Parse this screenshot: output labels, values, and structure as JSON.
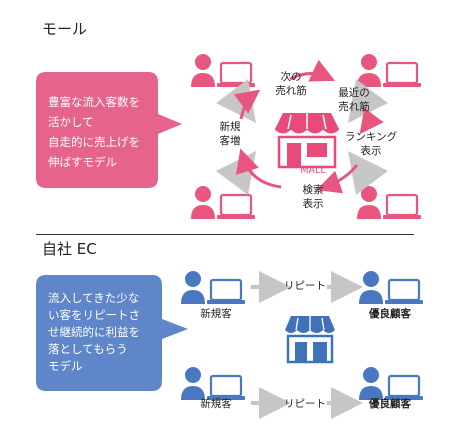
{
  "colors": {
    "pink": "#e8557e",
    "pink_bubble": "#e6648c",
    "blue": "#4a78c0",
    "blue_bubble": "#5f86c8",
    "grey_arrow": "#c6c6c6",
    "shop_pink": "#e64b7a",
    "shop_blue": "#3f72b9"
  },
  "mall": {
    "title": "モール",
    "bubble_text": "豊富な流入客数を\n活かして\n自走的に売上げを\n伸ばすモデル",
    "shop_label": "MALL",
    "cycle_labels": {
      "new_customers": "新規\n客増",
      "next_trend": "次の\n売れ筋",
      "recent_trend": "最近の\n売れ筋",
      "ranking": "ランキング\n表示",
      "search": "検索\n表示"
    }
  },
  "ec": {
    "title": "自社 EC",
    "bubble_text": "流入してきた少な\nい客をリピートさ\nせ継続的に利益を\n落としてもらう\nモデル",
    "rows": [
      {
        "new_label": "新規客",
        "repeat_label": "リピート",
        "loyal_label": "優良顧客"
      },
      {
        "new_label": "新規客",
        "repeat_label": "リピート",
        "loyal_label": "優良顧客"
      }
    ]
  }
}
